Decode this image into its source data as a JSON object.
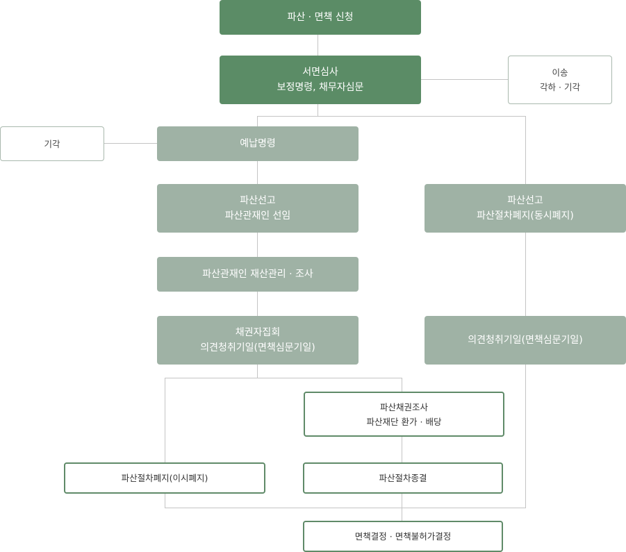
{
  "title": "파산·면책 절차 흐름도",
  "colors": {
    "primary": "#5b8c66",
    "secondary": "#9fb2a5",
    "outline_border": "#5f8a68",
    "connector": "#c4c4c4"
  },
  "nodes": {
    "apply": {
      "lines": [
        "파산 · 면책 신청"
      ]
    },
    "review": {
      "lines": [
        "서면심사",
        "보정명령, 채무자심문"
      ]
    },
    "transfer": {
      "lines": [
        "이송",
        "각하 · 기각"
      ]
    },
    "dismiss": {
      "lines": [
        "기각"
      ]
    },
    "prepay": {
      "lines": [
        "예납명령"
      ]
    },
    "declare_trustee": {
      "lines": [
        "파산선고",
        "파산관재인 선임"
      ]
    },
    "declare_simultaneous": {
      "lines": [
        "파산선고",
        "파산절차폐지(동시폐지)"
      ]
    },
    "trustee_manage": {
      "lines": [
        "파산관재인 재산관리 · 조사"
      ]
    },
    "creditors_meeting": {
      "lines": [
        "채권자집회",
        "의견청취기일(면책심문기일)"
      ]
    },
    "hearing_right": {
      "lines": [
        "의견청취기일(면책심문기일)"
      ]
    },
    "claim_investigation": {
      "lines": [
        "파산채권조사",
        "파산재단 환가 · 배당"
      ]
    },
    "abolition_after": {
      "lines": [
        "파산절차폐지(이시폐지)"
      ]
    },
    "termination": {
      "lines": [
        "파산절차종결"
      ]
    },
    "discharge_decision": {
      "lines": [
        "면책결정 · 면책불허가결정"
      ]
    }
  }
}
